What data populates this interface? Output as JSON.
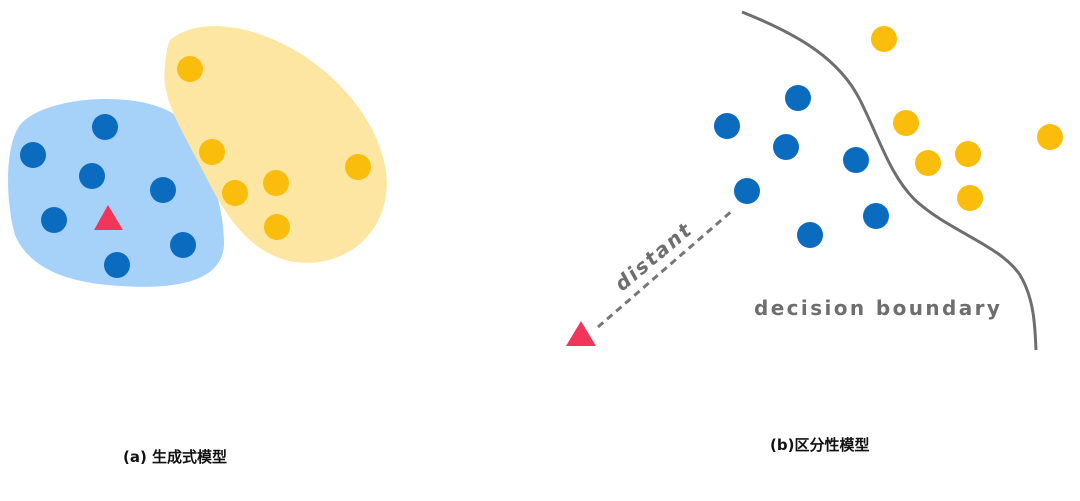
{
  "colors": {
    "blue_point": "#0a6bbf",
    "yellow_point": "#fbbd0b",
    "blue_region": "#a6d2fa",
    "yellow_region": "#fde6a1",
    "query_triangle": "#f2365b",
    "boundary": "#6e6e6e"
  },
  "panel_b": {
    "distant_label": "distant",
    "boundary_label": "decision boundary"
  },
  "captions": {
    "a": "(a)  生成式模型",
    "b": "(b)区分性模型"
  }
}
